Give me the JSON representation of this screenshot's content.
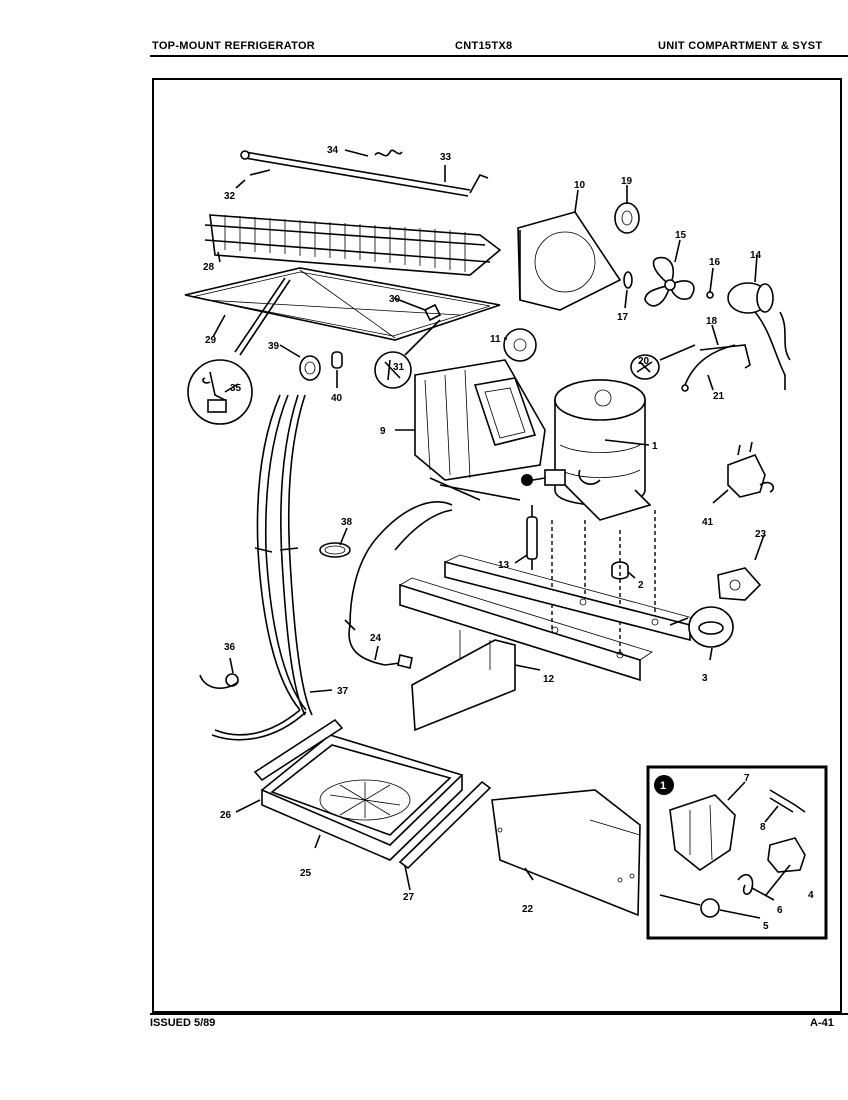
{
  "header": {
    "left": "TOP-MOUNT REFRIGERATOR",
    "center": "CNT15TX8",
    "right": "UNIT COMPARTMENT & SYST"
  },
  "footer": {
    "left": "ISSUED 5/89",
    "right": "A-41"
  },
  "callouts": {
    "n1": "1",
    "n2": "2",
    "n3": "3",
    "n4": "4",
    "n5": "5",
    "n6": "6",
    "n7": "7",
    "n8": "8",
    "n9": "9",
    "n10": "10",
    "n11": "11",
    "n12": "12",
    "n13": "13",
    "n14": "14",
    "n15": "15",
    "n16": "16",
    "n17": "17",
    "n18": "18",
    "n19": "19",
    "n20": "20",
    "n21": "21",
    "n22": "22",
    "n23": "23",
    "n24": "24",
    "n25": "25",
    "n26": "26",
    "n27": "27",
    "n28": "28",
    "n29": "29",
    "n30": "30",
    "n31": "31",
    "n32": "32",
    "n33": "33",
    "n34": "34",
    "n35": "35",
    "n36": "36",
    "n37": "37",
    "n38": "38",
    "n39": "39",
    "n40": "40",
    "n41": "41",
    "inset_marker": "1"
  }
}
